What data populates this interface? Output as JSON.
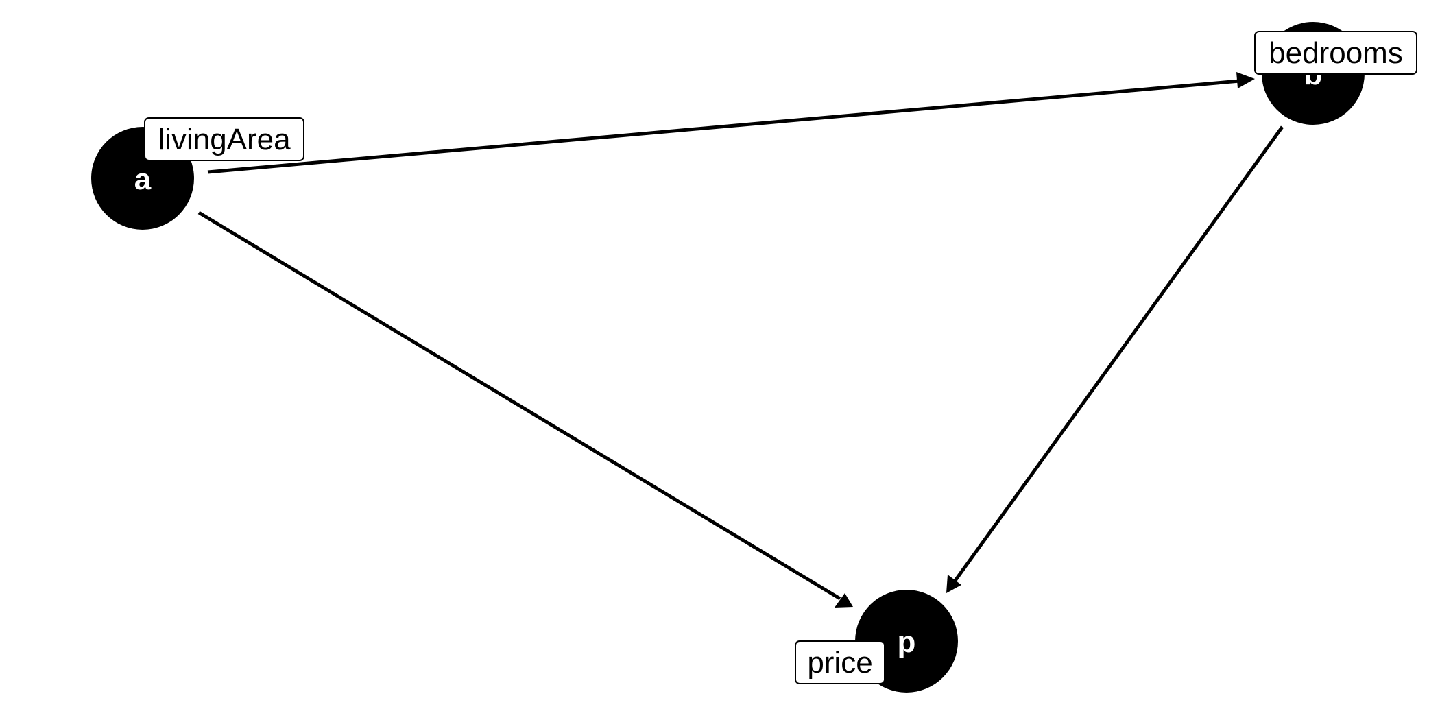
{
  "diagram": {
    "colors": {
      "node_fill": "#000000",
      "node_letter": "#ffffff",
      "edge": "#000000",
      "label_box_fill": "#ffffff",
      "label_box_border": "#000000"
    },
    "nodes": [
      {
        "id": "a",
        "letter": "a",
        "label": "livingArea"
      },
      {
        "id": "b",
        "letter": "b",
        "label": "bedrooms"
      },
      {
        "id": "p",
        "letter": "p",
        "label": "price"
      }
    ],
    "edges": [
      {
        "from": "a",
        "to": "b"
      },
      {
        "from": "a",
        "to": "p"
      },
      {
        "from": "b",
        "to": "p"
      }
    ]
  }
}
